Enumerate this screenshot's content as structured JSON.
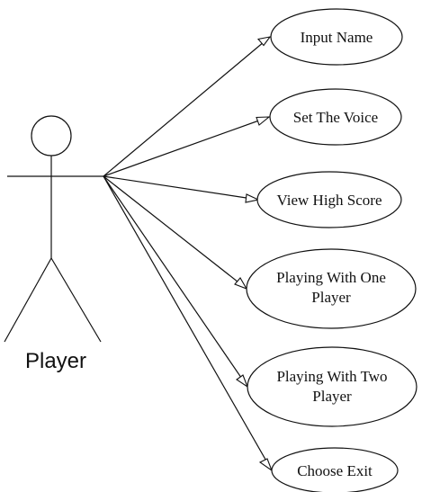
{
  "actor": {
    "name": "Player",
    "icon": "stick-figure-icon"
  },
  "use_cases": [
    {
      "id": "input-name",
      "lines": [
        "Input Name"
      ]
    },
    {
      "id": "set-the-voice",
      "lines": [
        "Set The Voice"
      ]
    },
    {
      "id": "view-high-score",
      "lines": [
        "View High Score"
      ]
    },
    {
      "id": "playing-with-one-player",
      "lines": [
        "Playing With One",
        "Player"
      ]
    },
    {
      "id": "playing-with-two-player",
      "lines": [
        "Playing With Two",
        "Player"
      ]
    },
    {
      "id": "choose-exit",
      "lines": [
        "Choose Exit"
      ]
    }
  ],
  "colors": {
    "stroke": "#111111",
    "background": "#ffffff"
  }
}
